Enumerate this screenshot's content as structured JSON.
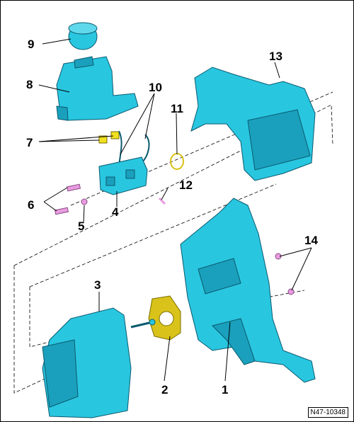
{
  "labels": {
    "n1": "1",
    "n2": "2",
    "n3": "3",
    "n4": "4",
    "n5": "5",
    "n6": "6",
    "n7": "7",
    "n8": "8",
    "n9": "9",
    "n10": "10",
    "n11": "11",
    "n12": "12",
    "n13": "13",
    "n14": "14"
  },
  "document_code": "N47-10348",
  "colors": {
    "part_fill": "#29c6e0",
    "part_shade": "#1aa0bc",
    "part_stroke": "#0b5a6e",
    "gasket": "#d9c21a",
    "fastener": "#e89be0",
    "clip": "#f0e020"
  }
}
